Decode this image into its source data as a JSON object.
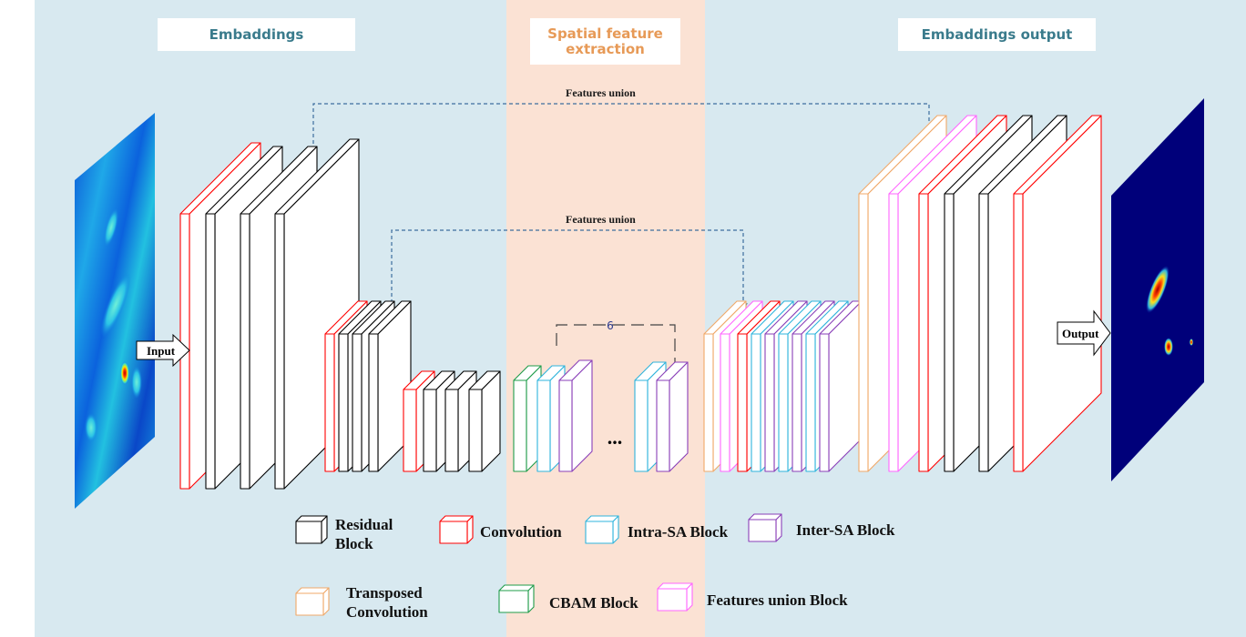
{
  "sections": {
    "embeddings": "Embaddings",
    "spatial": "Spatial feature extraction",
    "output": "Embaddings output"
  },
  "colors": {
    "left_bg": "#d8e9f0",
    "middle_bg": "#fbe2d4",
    "right_bg": "#d8e9f0",
    "embeddings_text": "#3a7b8c",
    "spatial_text": "#e79a57",
    "residual": "#000000",
    "convolution": "#ff0000",
    "intra_sa": "#2fb4dc",
    "inter_sa": "#8a3fb8",
    "transposed": "#f0a868",
    "cbam": "#1f9c4a",
    "features_union": "#ff66ff",
    "dashed_link": "#3d6e9e"
  },
  "links": {
    "top": "Features union",
    "bottom": "Features union"
  },
  "io": {
    "input": "Input",
    "output": "Output"
  },
  "repeat_label": "6",
  "ellipsis": "...",
  "legend": {
    "residual": "Residual Block",
    "convolution": "Convolution",
    "intra_sa": "Intra-SA Block",
    "inter_sa": "Inter-SA Block",
    "transposed": "Transposed Convolution",
    "cbam": "CBAM Block",
    "features_union": "Features union Block"
  }
}
